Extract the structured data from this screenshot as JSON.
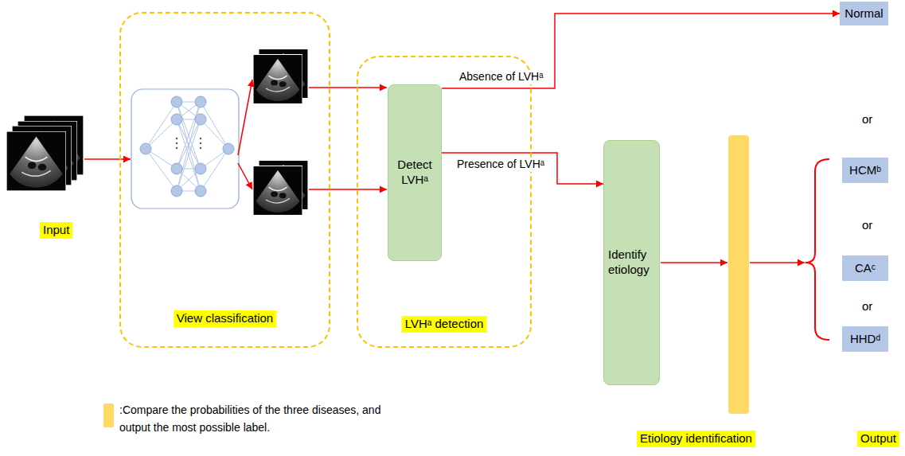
{
  "diagram": {
    "nodes": [
      {
        "text": [
          "View classification"
        ]
      },
      {
        "text": [
          "LVHᵃ detection"
        ]
      },
      {
        "text": [
          "Detect LVHᵃ"
        ],
        "in": 1
      },
      {
        "text": [
          "Normal"
        ]
      },
      {
        "text": [
          "Identify etiology"
        ]
      },
      {
        "text": [
          "HCMᵇ"
        ]
      },
      {
        "text": [
          "CAᶜ"
        ]
      },
      {
        "text": [
          "HHDᵈ"
        ]
      }
    ],
    "edges": [
      {
        "from": 2,
        "to": 3,
        "label": "Absence of LVHᵃ",
        "arrow": "to"
      },
      {
        "from": 2,
        "to": 4,
        "label": "Presence of LVHᵃ",
        "arrow": "to"
      }
    ],
    "labels": [
      "Input",
      "or",
      "or",
      "or",
      "Etiology identification",
      "Output"
    ],
    "legend": [
      {
        "text": ":Compare the probabilities of the three diseases, and output the most possible label.",
        "color": "#ffd966"
      }
    ]
  }
}
